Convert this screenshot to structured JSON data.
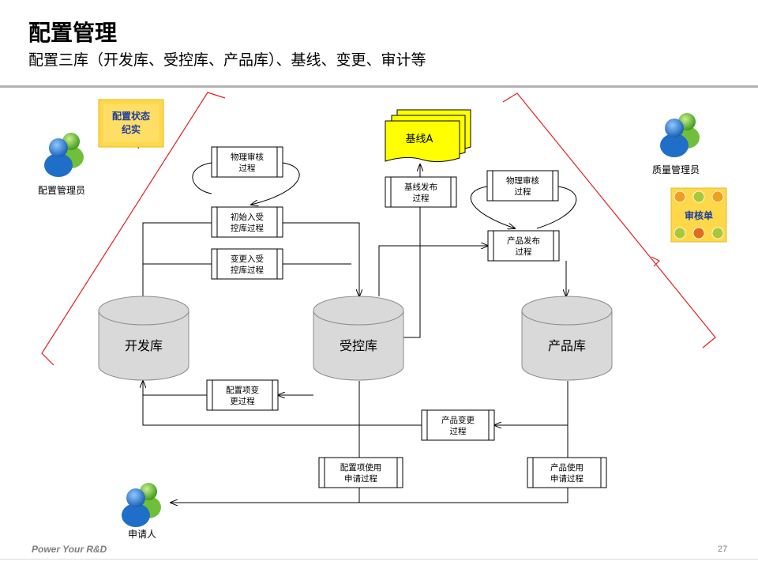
{
  "header": {
    "title": "配置管理",
    "subtitle": "配置三库（开发库、受控库、产品库）、基线、变更、审计等"
  },
  "roles": {
    "config_manager": "配置管理员",
    "quality_manager": "质量管理员",
    "requester": "申请人"
  },
  "badges": {
    "config_status_line1": "配置状态",
    "config_status_line2": "纪实",
    "audit_form": "审核单"
  },
  "baseline": "基线A",
  "libraries": {
    "dev": "开发库",
    "controlled": "受控库",
    "product": "产品库"
  },
  "processes": {
    "phys_audit_1": [
      "物理审核",
      "过程"
    ],
    "initial_entry": [
      "初始入受",
      "控库过程"
    ],
    "change_entry": [
      "变更入受",
      "控库过程"
    ],
    "baseline_release": [
      "基线发布",
      "过程"
    ],
    "phys_audit_2": [
      "物理审核",
      "过程"
    ],
    "product_release": [
      "产品发布",
      "过程"
    ],
    "config_item_change": [
      "配置项变",
      "更过程"
    ],
    "product_change": [
      "产品变更",
      "过程"
    ],
    "config_item_use": [
      "配置项使用",
      "申请过程"
    ],
    "product_use": [
      "产品使用",
      "申请过程"
    ]
  },
  "footer": {
    "brand": "Power Your R&D",
    "page": "27"
  },
  "colors": {
    "bracket": "#e02020",
    "cylinder": "#d9d9d9",
    "baseline_fill": "#ffff00",
    "badge_fill": "#ffd84a",
    "badge_text": "#1f3f9f",
    "person_blue": "#1f6fc8",
    "person_green": "#5cb82e"
  }
}
